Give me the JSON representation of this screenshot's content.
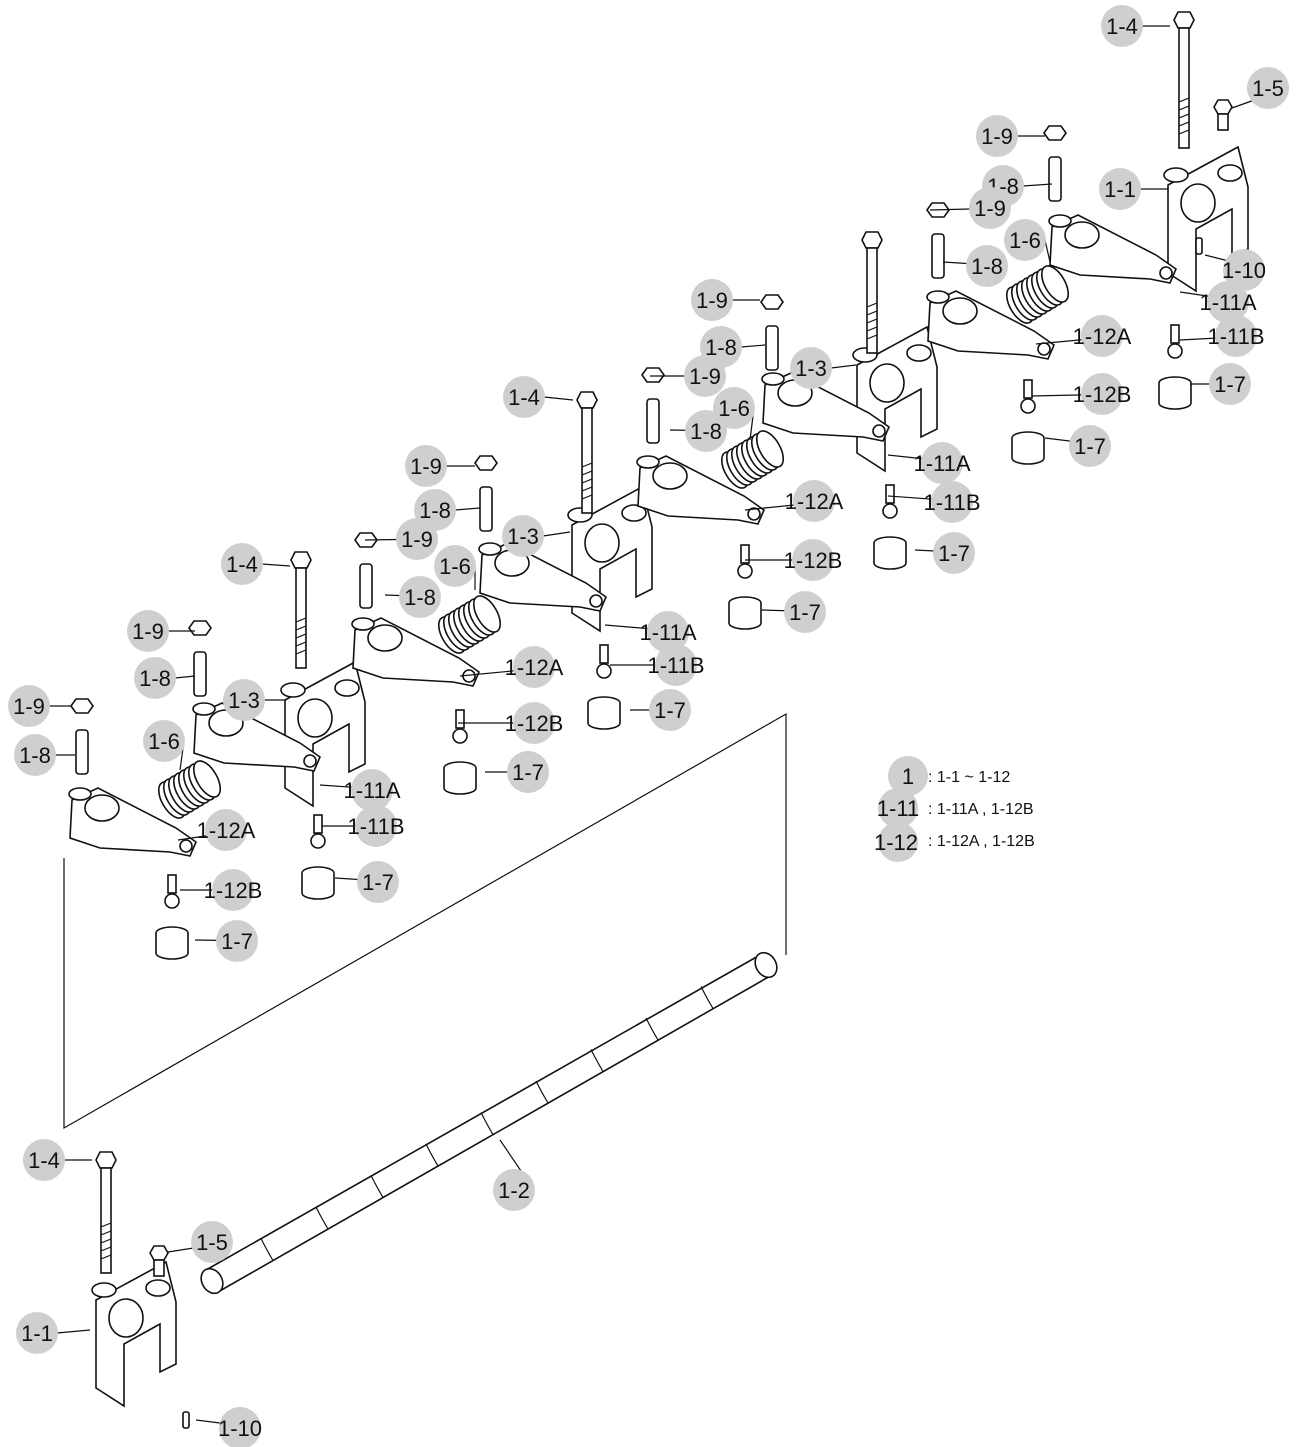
{
  "callouts": [
    {
      "id": "1-4",
      "text": "1-4"
    },
    {
      "id": "1-5",
      "text": "1-5"
    },
    {
      "id": "1-9",
      "text": "1-9"
    },
    {
      "id": "1-8",
      "text": "1-8"
    },
    {
      "id": "1-1",
      "text": "1-1"
    },
    {
      "id": "1-6",
      "text": "1-6"
    },
    {
      "id": "1-10",
      "text": "1-10"
    },
    {
      "id": "1-11A",
      "text": "1-11A"
    },
    {
      "id": "1-11B",
      "text": "1-11B"
    },
    {
      "id": "1-12A",
      "text": "1-12A"
    },
    {
      "id": "1-12B",
      "text": "1-12B"
    },
    {
      "id": "1-7",
      "text": "1-7"
    },
    {
      "id": "1-3",
      "text": "1-3"
    },
    {
      "id": "1-2",
      "text": "1-2"
    }
  ],
  "legend": [
    {
      "key": "1",
      "value": ": 1-1 ~ 1-12"
    },
    {
      "key": "1-11",
      "value": ": 1-11A , 1-12B"
    },
    {
      "key": "1-12",
      "value": ": 1-12A , 1-12B"
    }
  ]
}
